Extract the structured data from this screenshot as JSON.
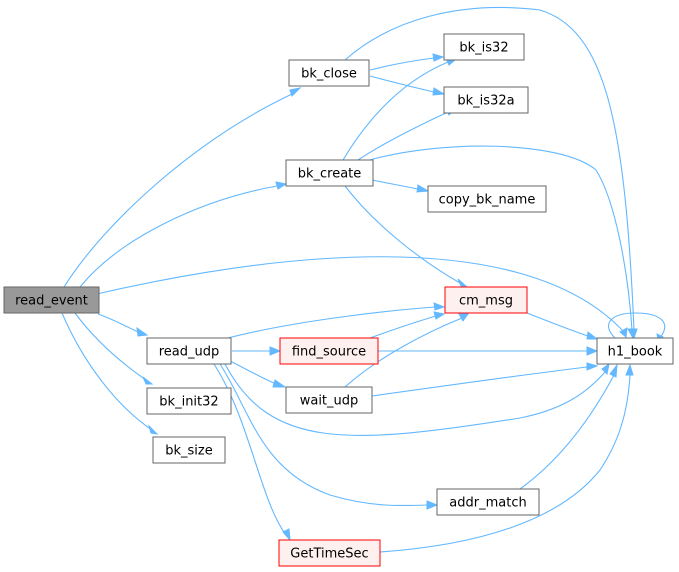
{
  "colors": {
    "edge": "#63b8ff",
    "node_fill": "#ffffff",
    "node_border": "#666666",
    "root_fill": "#999999",
    "root_border": "#666666",
    "warn_fill": "#fff0f0",
    "warn_border": "#ff0000"
  },
  "nodes": {
    "read_event": {
      "label": "read_event",
      "style": "root"
    },
    "bk_close": {
      "label": "bk_close",
      "style": "normal"
    },
    "bk_is32": {
      "label": "bk_is32",
      "style": "normal"
    },
    "bk_is32a": {
      "label": "bk_is32a",
      "style": "normal"
    },
    "bk_create": {
      "label": "bk_create",
      "style": "normal"
    },
    "copy_bk_name": {
      "label": "copy_bk_name",
      "style": "normal"
    },
    "cm_msg": {
      "label": "cm_msg",
      "style": "warn"
    },
    "h1_book": {
      "label": "h1_book",
      "style": "normal"
    },
    "read_udp": {
      "label": "read_udp",
      "style": "normal"
    },
    "find_source": {
      "label": "find_source",
      "style": "warn"
    },
    "wait_udp": {
      "label": "wait_udp",
      "style": "normal"
    },
    "bk_init32": {
      "label": "bk_init32",
      "style": "normal"
    },
    "bk_size": {
      "label": "bk_size",
      "style": "normal"
    },
    "addr_match": {
      "label": "addr_match",
      "style": "normal"
    },
    "GetTimeSec": {
      "label": "GetTimeSec",
      "style": "warn"
    }
  },
  "edges": [
    [
      "read_event",
      "bk_close"
    ],
    [
      "read_event",
      "bk_create"
    ],
    [
      "read_event",
      "h1_book"
    ],
    [
      "read_event",
      "read_udp"
    ],
    [
      "read_event",
      "bk_init32"
    ],
    [
      "read_event",
      "bk_size"
    ],
    [
      "bk_close",
      "bk_is32"
    ],
    [
      "bk_close",
      "bk_is32a"
    ],
    [
      "bk_close",
      "h1_book"
    ],
    [
      "bk_create",
      "bk_is32"
    ],
    [
      "bk_create",
      "bk_is32a"
    ],
    [
      "bk_create",
      "copy_bk_name"
    ],
    [
      "bk_create",
      "cm_msg"
    ],
    [
      "bk_create",
      "h1_book"
    ],
    [
      "cm_msg",
      "h1_book"
    ],
    [
      "h1_book",
      "h1_book"
    ],
    [
      "read_udp",
      "cm_msg"
    ],
    [
      "read_udp",
      "find_source"
    ],
    [
      "read_udp",
      "wait_udp"
    ],
    [
      "read_udp",
      "h1_book"
    ],
    [
      "read_udp",
      "addr_match"
    ],
    [
      "read_udp",
      "GetTimeSec"
    ],
    [
      "find_source",
      "cm_msg"
    ],
    [
      "find_source",
      "h1_book"
    ],
    [
      "wait_udp",
      "cm_msg"
    ],
    [
      "wait_udp",
      "h1_book"
    ],
    [
      "addr_match",
      "h1_book"
    ],
    [
      "GetTimeSec",
      "h1_book"
    ]
  ]
}
